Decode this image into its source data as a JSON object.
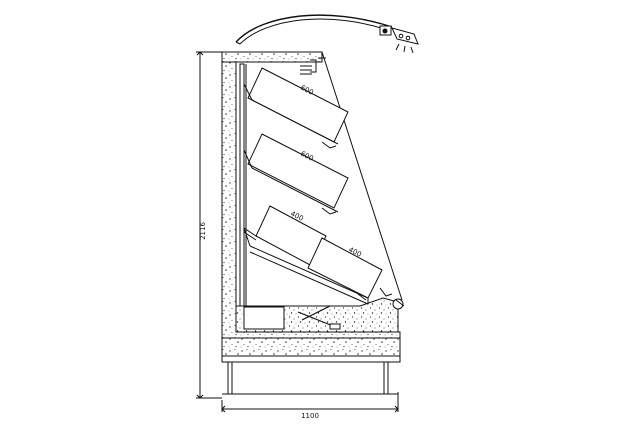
{
  "diagram": {
    "labels": {
      "height_dim": "2116",
      "width_dim": "1100",
      "top_shelf": "600",
      "middle_shelf": "600",
      "lower_left_shelf": "400",
      "lower_right_shelf": "400"
    }
  }
}
